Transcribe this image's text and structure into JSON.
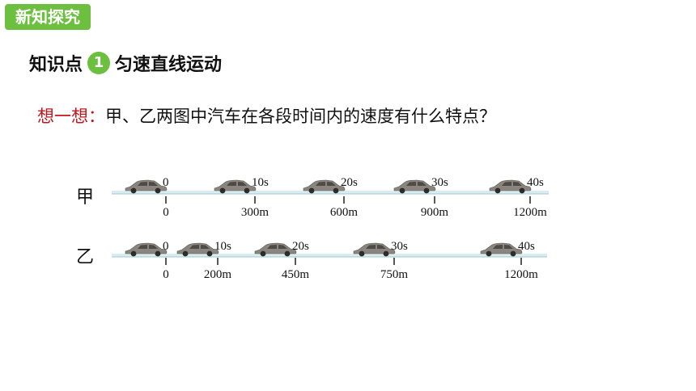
{
  "section_tag": "新知探究",
  "heading": {
    "prefix": "知识点",
    "number": "1",
    "title": "匀速直线运动"
  },
  "question": {
    "label": "想一想：",
    "text": "甲、乙两图中汽车在各段时间内的速度有什么特点？"
  },
  "rows": [
    {
      "name": "甲",
      "times": [
        "0",
        "10s",
        "20s",
        "30s",
        "40s"
      ],
      "distances": [
        "0",
        "300m",
        "600m",
        "900m",
        "1200m"
      ]
    },
    {
      "name": "乙",
      "times": [
        "0",
        "10s",
        "20s",
        "30s",
        "40s"
      ],
      "distances": [
        "0",
        "200m",
        "450m",
        "750m",
        "1200m"
      ]
    }
  ],
  "colors": {
    "accent_green": "#6cbf3f",
    "question_red": "#c0161b",
    "road": "#d9ecef",
    "car": "#8a857f"
  }
}
